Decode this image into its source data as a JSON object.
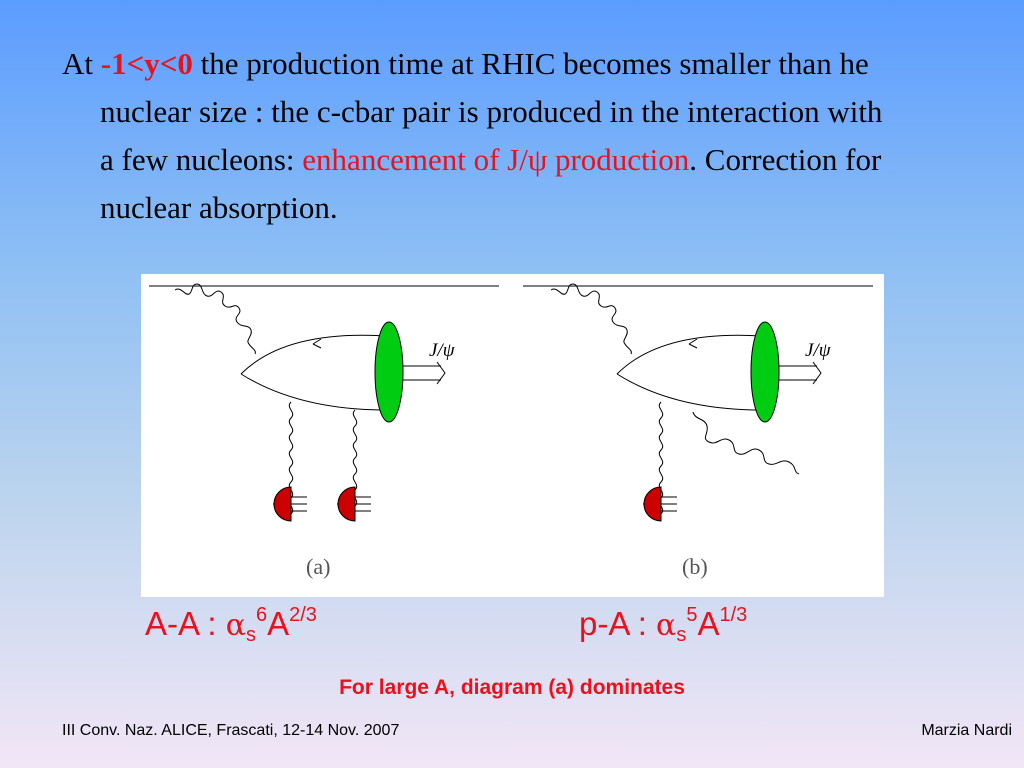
{
  "text": {
    "at": "At ",
    "range": "-1<y<0",
    "line_rest": " the production time at RHIC becomes smaller than he nuclear size : the c-cbar pair is produced in the interaction with a few nucleons: ",
    "enhancement": "enhancement of J/ψ production",
    "tail": ". Correction for nuclear absorption."
  },
  "figure": {
    "jpsi_label": "J/ψ",
    "caption_a": "(a)",
    "caption_b": "(b)"
  },
  "formulas": {
    "aa": {
      "prefix": "A-A : ",
      "alpha": "α",
      "sub": "s",
      "power": "6",
      "base": "A",
      "sup": "2/3"
    },
    "pa": {
      "prefix": "p-A : ",
      "alpha": "α",
      "sub": "s",
      "power": "5",
      "base": "A",
      "sup": "1/3"
    }
  },
  "conclusion": "For large A, diagram (a) dominates",
  "footer": {
    "left": "III Conv. Naz. ALICE, Frascati, 12-14 Nov. 2007",
    "right": "Marzia Nardi"
  },
  "colors": {
    "highlight_red": "#e8121c",
    "green_blob": "#00cc11",
    "nucleon_red": "#cc0000"
  }
}
